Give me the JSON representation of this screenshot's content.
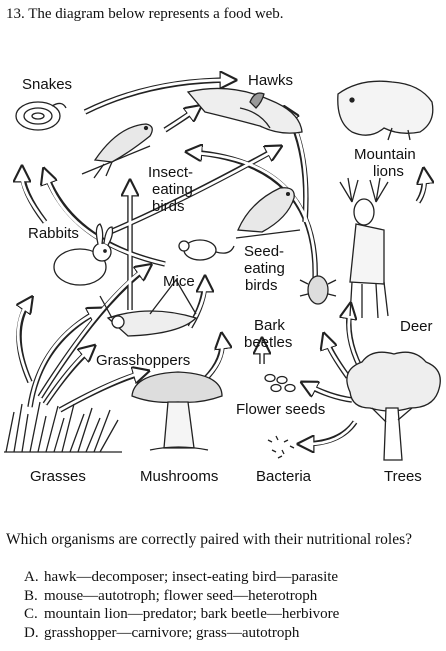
{
  "question": {
    "number": "13.",
    "stem": "The diagram below represents a food web.",
    "prompt": "Which organisms are correctly paired with their nutritional roles?",
    "choices": [
      {
        "letter": "A.",
        "text": "hawk—decomposer; insect-eating bird—parasite"
      },
      {
        "letter": "B.",
        "text": "mouse—autotroph; flower seed—heterotroph"
      },
      {
        "letter": "C.",
        "text": "mountain lion—predator; bark beetle—herbivore"
      },
      {
        "letter": "D.",
        "text": "grasshopper—carnivore; grass—autotroph"
      }
    ]
  },
  "diagram": {
    "labels": {
      "snakes": "Snakes",
      "hawks": "Hawks",
      "mountain_lions_1": "Mountain",
      "mountain_lions_2": "lions",
      "insect_eating_1": "Insect-",
      "insect_eating_2": "eating",
      "insect_eating_3": "birds",
      "rabbits": "Rabbits",
      "mice": "Mice",
      "seed_eating_1": "Seed-",
      "seed_eating_2": "eating",
      "seed_eating_3": "birds",
      "deer": "Deer",
      "bark_beetles_1": "Bark",
      "bark_beetles_2": "beetles",
      "grasshoppers": "Grasshoppers",
      "flower_seeds": "Flower seeds",
      "grasses": "Grasses",
      "mushrooms": "Mushrooms",
      "bacteria": "Bacteria",
      "trees": "Trees"
    }
  }
}
